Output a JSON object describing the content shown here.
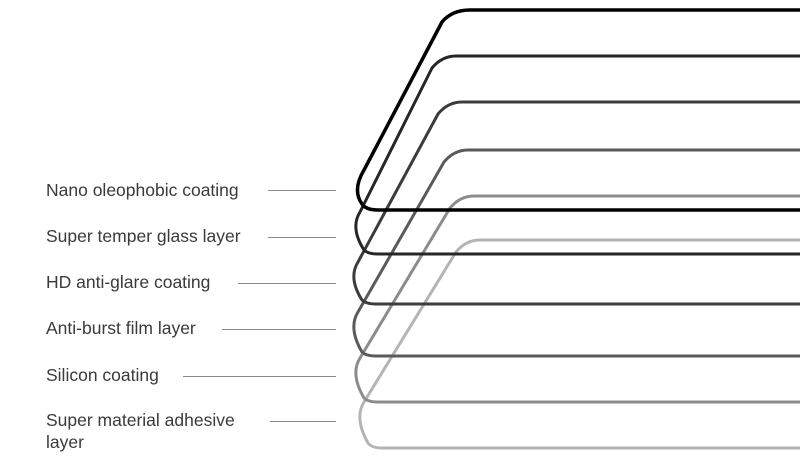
{
  "layers": [
    {
      "label": "Nano oleophobic coating",
      "color": "#000000"
    },
    {
      "label": "Super temper glass layer",
      "color": "#262626"
    },
    {
      "label": "HD anti-glare coating",
      "color": "#3c3c3c"
    },
    {
      "label": "Anti-burst film layer",
      "color": "#5a5a5a"
    },
    {
      "label": "Silicon coating",
      "color": "#8c8c8c"
    },
    {
      "label": "Super material adhesive layer",
      "color": "#b4b4b4"
    }
  ]
}
